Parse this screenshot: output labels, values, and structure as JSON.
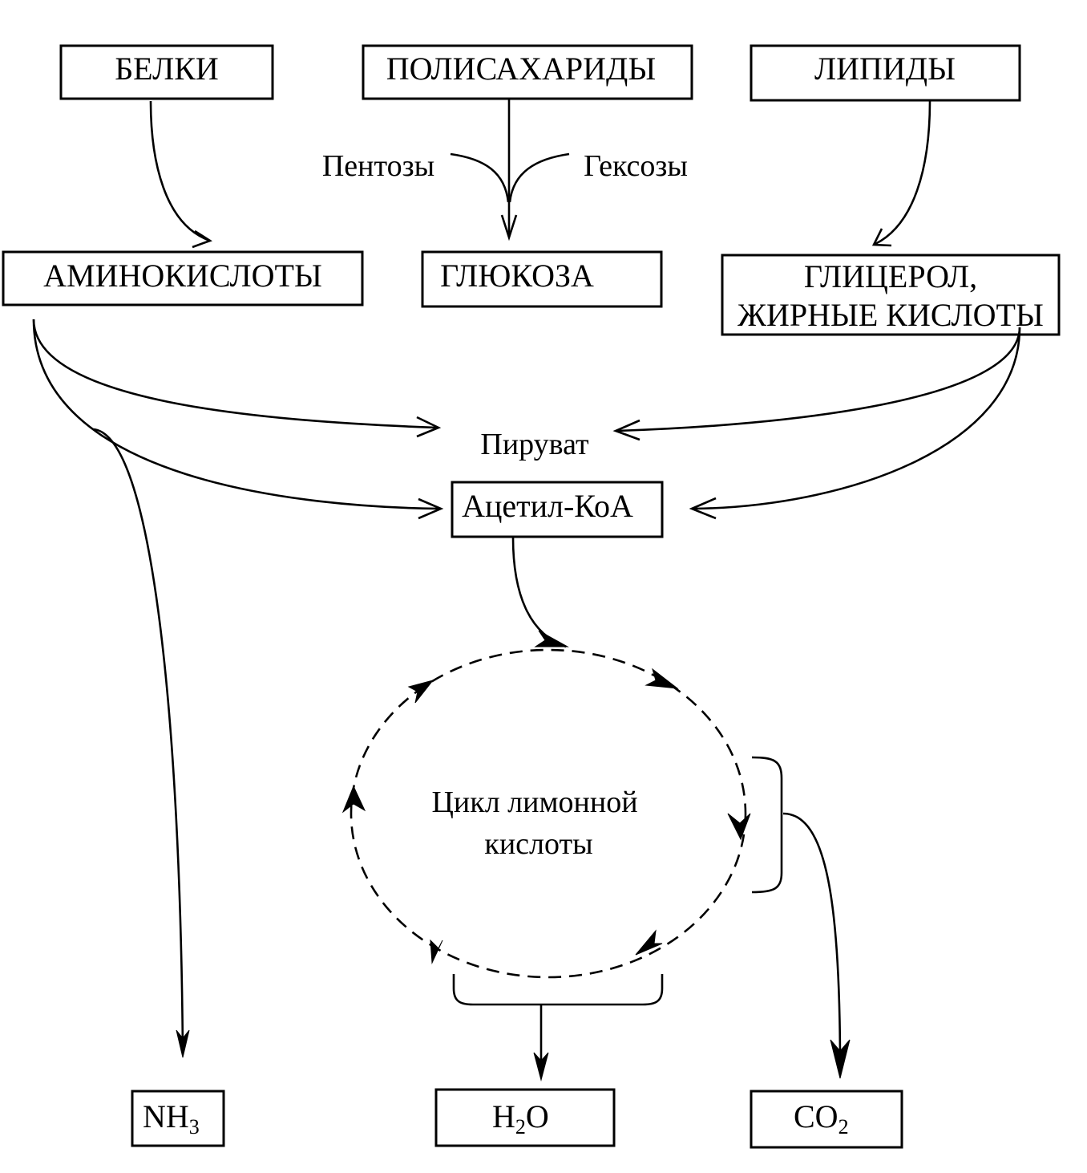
{
  "nodes": {
    "proteins": "БЕЛКИ",
    "polysaccharides": "ПОЛИСАХАРИДЫ",
    "lipids": "ЛИПИДЫ",
    "amino_acids": "АМИНОКИСЛОТЫ",
    "glucose": "ГЛЮКОЗА",
    "glycerol_line1": "ГЛИЦЕРОЛ,",
    "glycerol_line2": "ЖИРНЫЕ КИСЛОТЫ",
    "acetyl_coa": "Ацетил-КоА",
    "nh3_main": "NH",
    "nh3_sub": "3",
    "h2o_h": "H",
    "h2o_sub": "2",
    "h2o_o": "O",
    "co2_main": "CO",
    "co2_sub": "2"
  },
  "labels": {
    "pentoses": "Пентозы",
    "hexoses": "Гексозы",
    "pyruvate": "Пируват",
    "cycle_line1": "Цикл лимонной",
    "cycle_line2": "кислоты"
  }
}
